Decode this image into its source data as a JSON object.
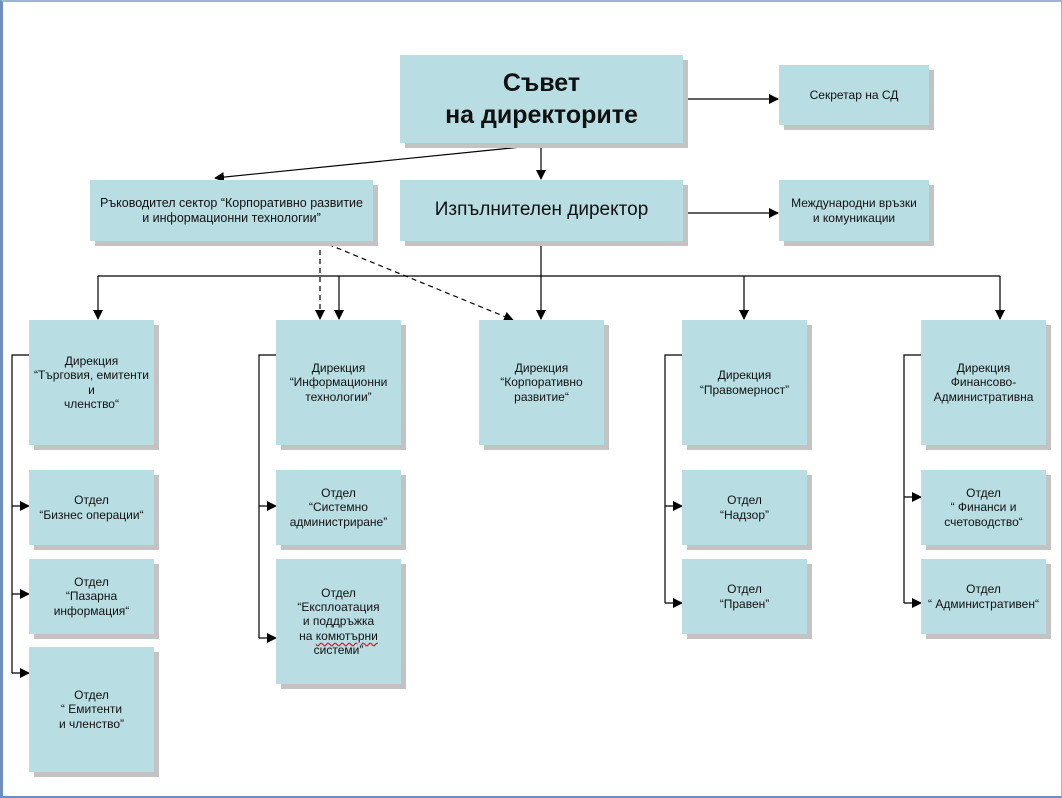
{
  "diagram": {
    "type": "organizational-chart",
    "colors": {
      "box_fill": "#b8dde2",
      "box_shadow": "#c3c3c3",
      "line": "#000000"
    },
    "nodes": {
      "board": "Съвет\nна директорите",
      "secretary": "Секретар на СД",
      "sector_head": "Ръководител сектор “Корпоративно развитие\nи информационни технологии”",
      "executive_director": "Изпълнителен директор",
      "international": "Международни връзки\nи комуникации",
      "dir_trade": "Дирекция\n“Търговия, емитенти и\nчленство“",
      "dir_it": "Дирекция\n“Информационни\nтехнологии”",
      "dir_corporate": "Дирекция\n“Корпоративно\nразвитие“",
      "dir_compliance": "Дирекция\n“Правомерност”",
      "dir_finance": "Дирекция\nФинансово-\nАдминистративна",
      "dept_business_ops": "Отдел\n“Бизнес операции“",
      "dept_market_info": "Отдел\n“Пазарна\nинформация“",
      "dept_issuers": "Отдел\n“ Емитенти\nи членство”",
      "dept_sysadmin": "Отдел\n“Системно\nадминистриране”",
      "dept_operations_pre": "Отдел “Експлоатация\nи поддръжка\nна ",
      "dept_operations_misspelled": "комютърни",
      "dept_operations_post": "\nсистеми”",
      "dept_supervision": "Отдел\n“Надзор”",
      "dept_legal": "Отдел\n“Правен”",
      "dept_fin_accounting": "Отдел\n“ Финанси и\nсчетоводство“",
      "dept_admin": "Отдел\n“ Административен“"
    },
    "edges": [
      {
        "from": "board",
        "to": "secretary",
        "style": "solid"
      },
      {
        "from": "board",
        "to": "sector_head",
        "style": "solid"
      },
      {
        "from": "board",
        "to": "executive_director",
        "style": "solid"
      },
      {
        "from": "executive_director",
        "to": "international",
        "style": "solid"
      },
      {
        "from": "executive_director",
        "to": "dir_trade",
        "style": "solid"
      },
      {
        "from": "executive_director",
        "to": "dir_it",
        "style": "solid"
      },
      {
        "from": "executive_director",
        "to": "dir_corporate",
        "style": "solid"
      },
      {
        "from": "executive_director",
        "to": "dir_compliance",
        "style": "solid"
      },
      {
        "from": "executive_director",
        "to": "dir_finance",
        "style": "solid"
      },
      {
        "from": "sector_head",
        "to": "dir_it",
        "style": "dashed"
      },
      {
        "from": "sector_head",
        "to": "dir_corporate",
        "style": "dashed"
      },
      {
        "from": "dir_trade",
        "to": "dept_business_ops",
        "style": "solid"
      },
      {
        "from": "dir_trade",
        "to": "dept_market_info",
        "style": "solid"
      },
      {
        "from": "dir_trade",
        "to": "dept_issuers",
        "style": "solid"
      },
      {
        "from": "dir_it",
        "to": "dept_sysadmin",
        "style": "solid"
      },
      {
        "from": "dir_it",
        "to": "dept_operations",
        "style": "solid"
      },
      {
        "from": "dir_compliance",
        "to": "dept_supervision",
        "style": "solid"
      },
      {
        "from": "dir_compliance",
        "to": "dept_legal",
        "style": "solid"
      },
      {
        "from": "dir_finance",
        "to": "dept_fin_accounting",
        "style": "solid"
      },
      {
        "from": "dir_finance",
        "to": "dept_admin",
        "style": "solid"
      }
    ]
  }
}
